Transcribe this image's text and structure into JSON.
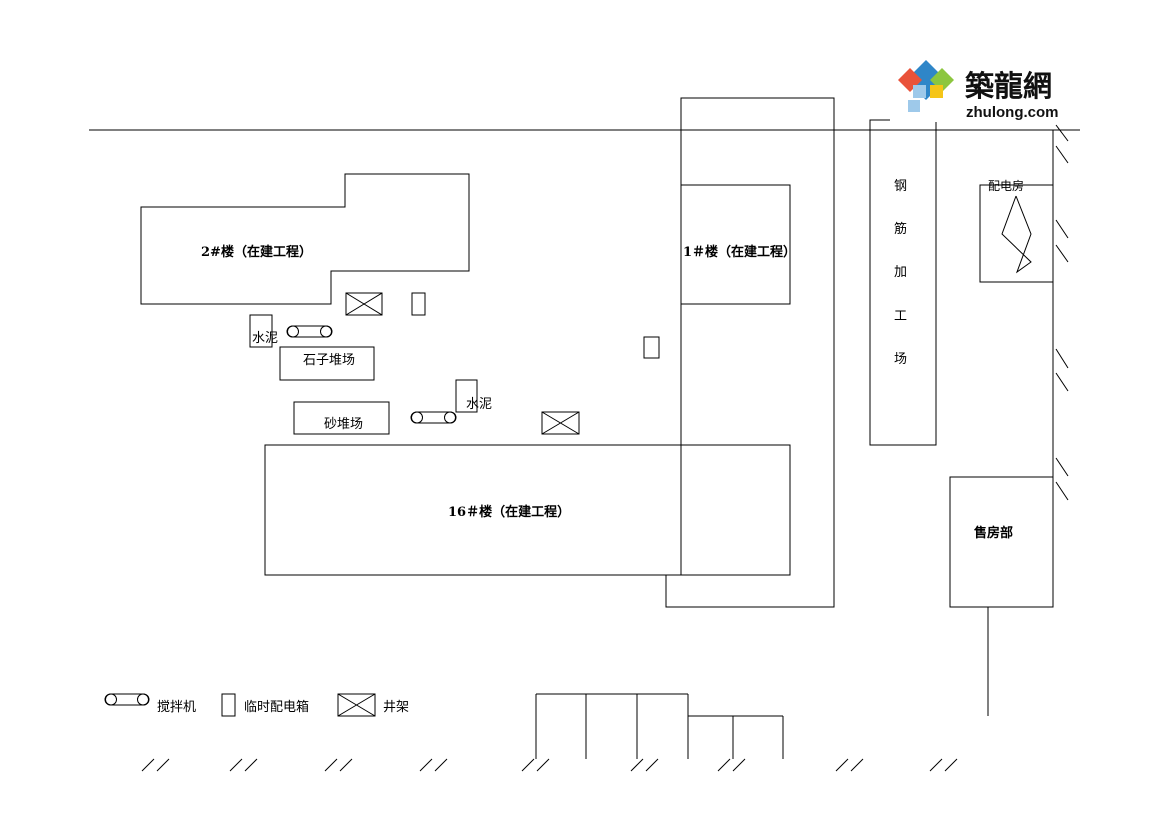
{
  "labels": {
    "building2": "2#楼（在建工程）",
    "building1": "1＃楼（在建工程）",
    "building16": "16＃楼（在建工程）",
    "cement_1": "水泥",
    "cement_2": "水泥",
    "gravel_yard": "石子堆场",
    "sand_yard": "砂堆场",
    "rebar_workshop": [
      "钢",
      "筋",
      "加",
      "工",
      "场"
    ],
    "power_room": "配电房",
    "sales_office": "售房部"
  },
  "legend": {
    "mixer": "搅拌机",
    "power_box": "临时配电箱",
    "hoist_frame": "井架"
  },
  "logo": {
    "chinese": "築龍網",
    "url_text": "zhulong.com",
    "colors": {
      "red": "#e9523a",
      "blue": "#2f86c8",
      "green": "#8cc63f",
      "yellow": "#f5c518",
      "light_blue": "#9ec9ea",
      "text": "#111111"
    }
  }
}
